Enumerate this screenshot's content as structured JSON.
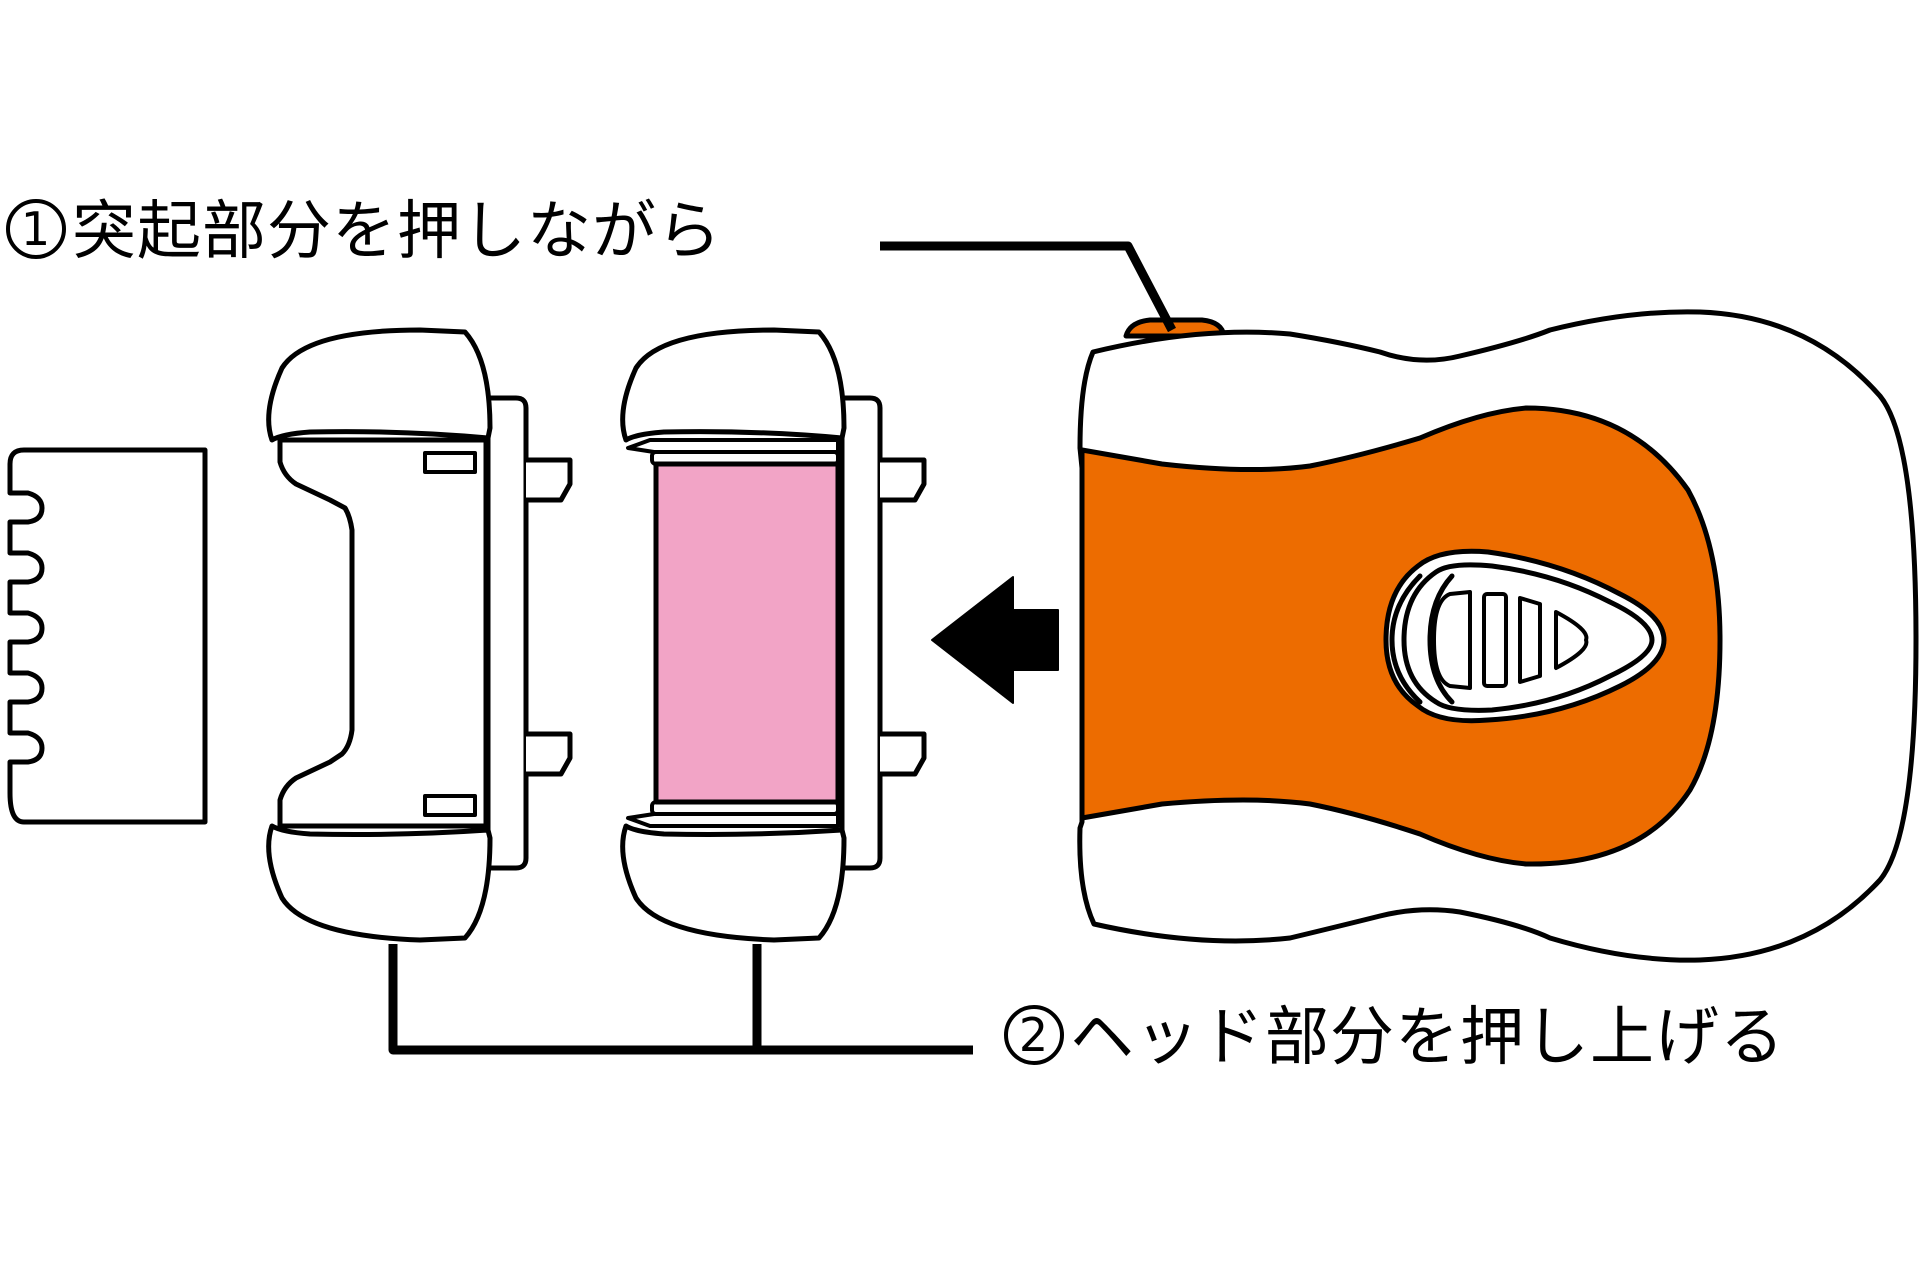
{
  "step1": {
    "number": "1",
    "text": "突起部分を押しながら"
  },
  "step2": {
    "number": "2",
    "text": "ヘッド部分を押し上げる"
  },
  "colors": {
    "outline": "#000000",
    "body_orange": "#ED6C00",
    "blade_pink": "#F2A4C6",
    "background": "#FFFFFF"
  }
}
